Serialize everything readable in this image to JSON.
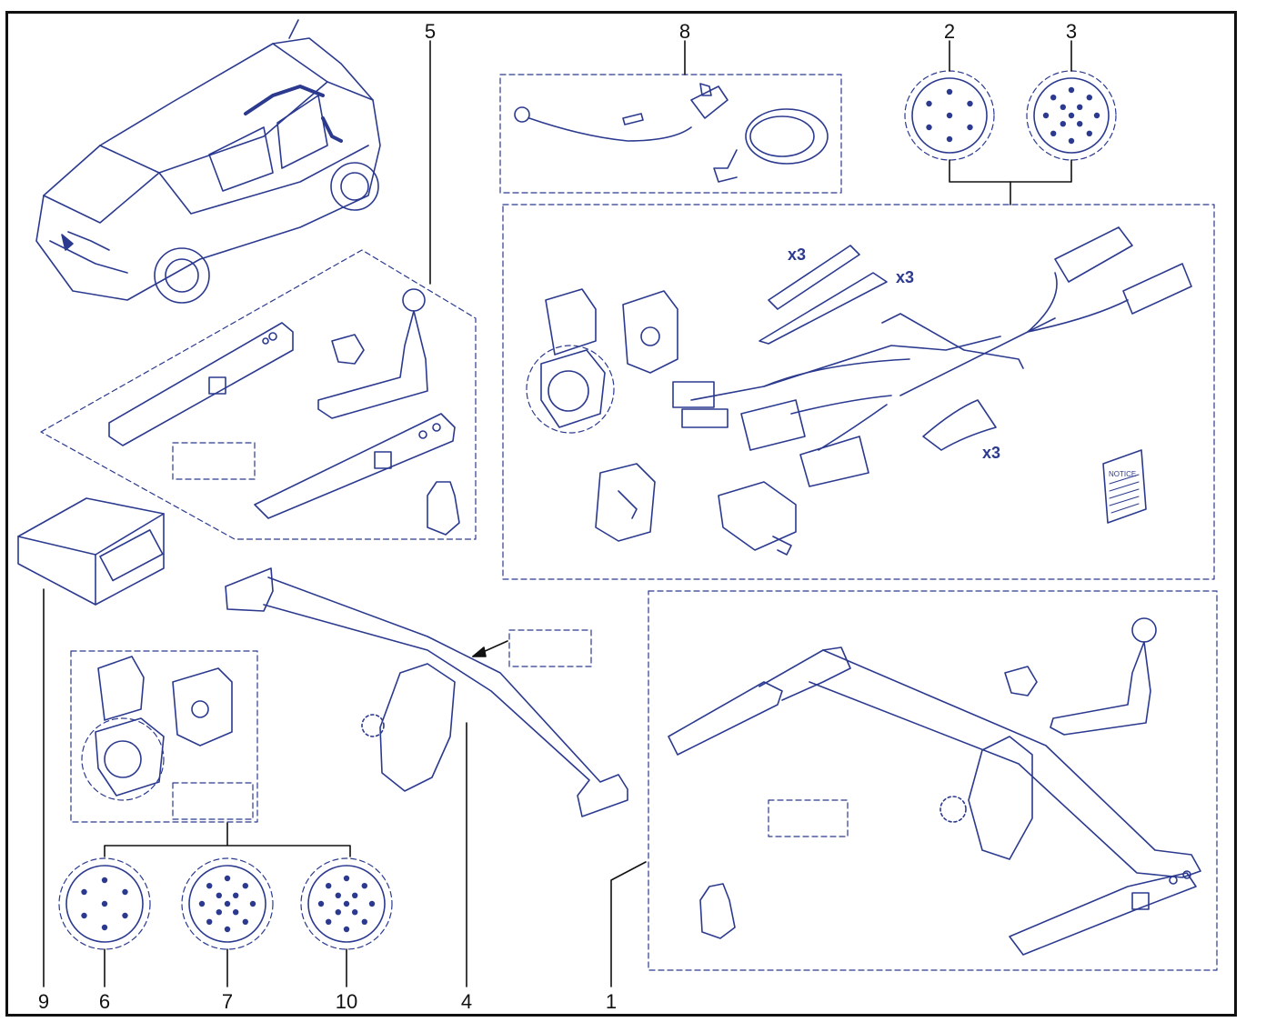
{
  "diagram": {
    "callouts": {
      "c1": "1",
      "c2": "2",
      "c3": "3",
      "c4": "4",
      "c5": "5",
      "c6": "6",
      "c7": "7",
      "c8": "8",
      "c9": "9",
      "c10": "10"
    },
    "quantity_marks": {
      "q1": "x3",
      "q2": "x3",
      "q3": "x3"
    },
    "notice_label": "NOTICE",
    "colors": {
      "ink": "#2b3a8f",
      "frame": "#111111",
      "line": "#111111"
    }
  }
}
